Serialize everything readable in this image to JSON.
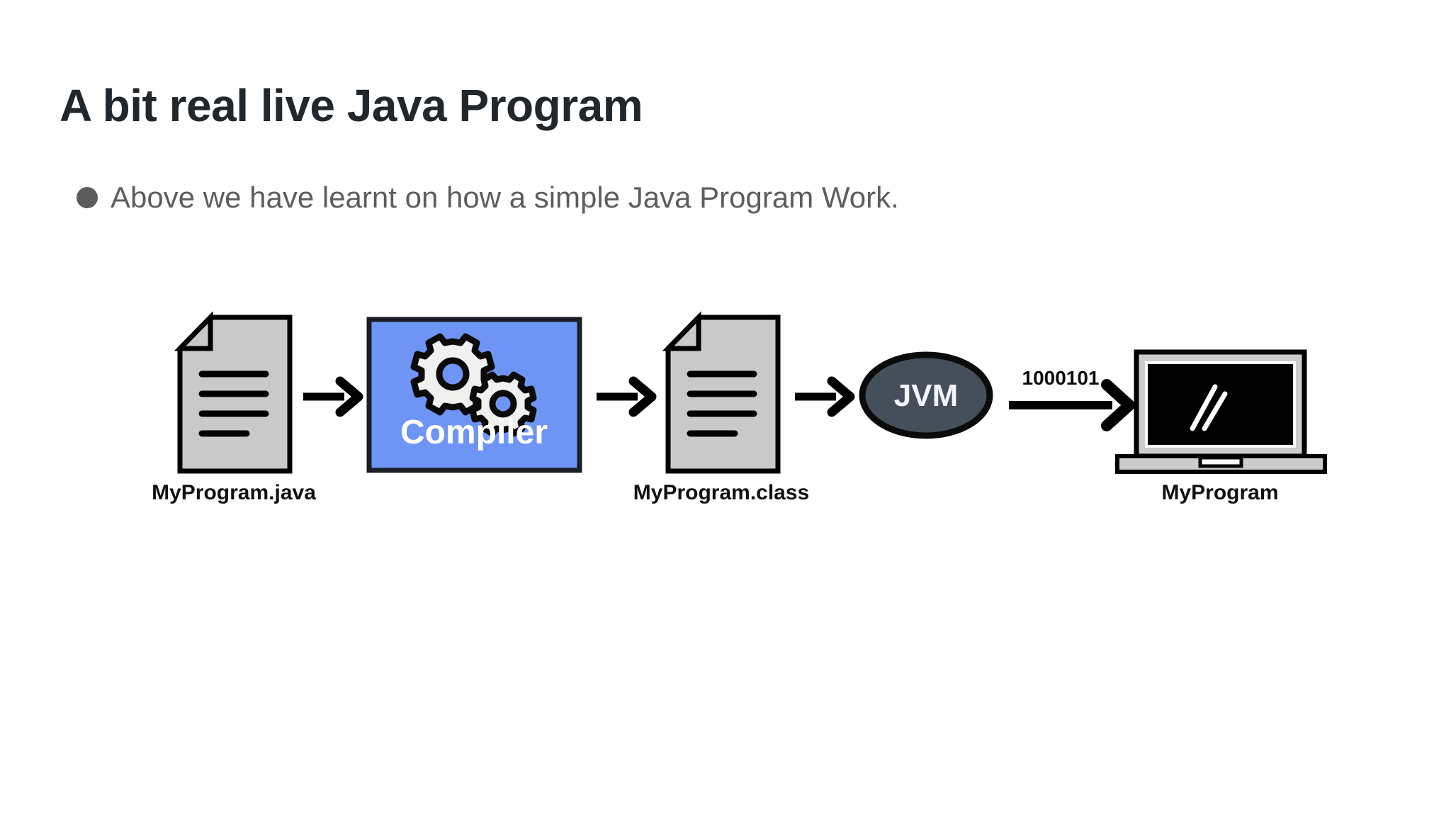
{
  "slide": {
    "title": "A bit real live Java Program",
    "background_color": "#ffffff"
  },
  "bullets": [
    {
      "marker": "filled-circle",
      "text": "Above we have learnt on how a simple Java Program Work."
    }
  ],
  "diagram": {
    "type": "java-compilation-pipeline",
    "nodes": [
      {
        "id": "source-file",
        "kind": "document-icon",
        "label": "MyProgram.java",
        "fill": "#c9c9c9",
        "stroke": "#000000",
        "text_lines": 4
      },
      {
        "id": "compiler",
        "kind": "process-box",
        "label": "Compiler",
        "fill": "#6e95f5",
        "stroke": "#1b1f24",
        "label_color": "#ffffff",
        "icon": "gears-icon"
      },
      {
        "id": "class-file",
        "kind": "document-icon",
        "label": "MyProgram.class",
        "fill": "#c9c9c9",
        "stroke": "#000000",
        "text_lines": 4
      },
      {
        "id": "jvm",
        "kind": "ellipse",
        "label": "JVM",
        "fill": "#444f59",
        "stroke": "#0b0b0b",
        "label_color": "#f2f5f7"
      },
      {
        "id": "output",
        "kind": "laptop-icon",
        "label": "MyProgram",
        "bezel_fill": "#cccccc",
        "screen_fill": "#000000",
        "stroke": "#000000"
      }
    ],
    "edges": [
      {
        "id": "edge-1",
        "from": "source-file",
        "to": "compiler",
        "label": ""
      },
      {
        "id": "edge-2",
        "from": "compiler",
        "to": "class-file",
        "label": ""
      },
      {
        "id": "edge-3",
        "from": "class-file",
        "to": "jvm",
        "label": ""
      },
      {
        "id": "edge-4",
        "from": "jvm",
        "to": "output",
        "label": "1000101"
      }
    ],
    "arrow_color": "#000000"
  },
  "colors": {
    "title": "#22272b",
    "body_text": "#5d5d5d",
    "bullet_marker": "#5c5c5c",
    "accent_blue": "#6e95f5",
    "jvm_slate": "#444f59",
    "doc_gray": "#c9c9c9"
  }
}
